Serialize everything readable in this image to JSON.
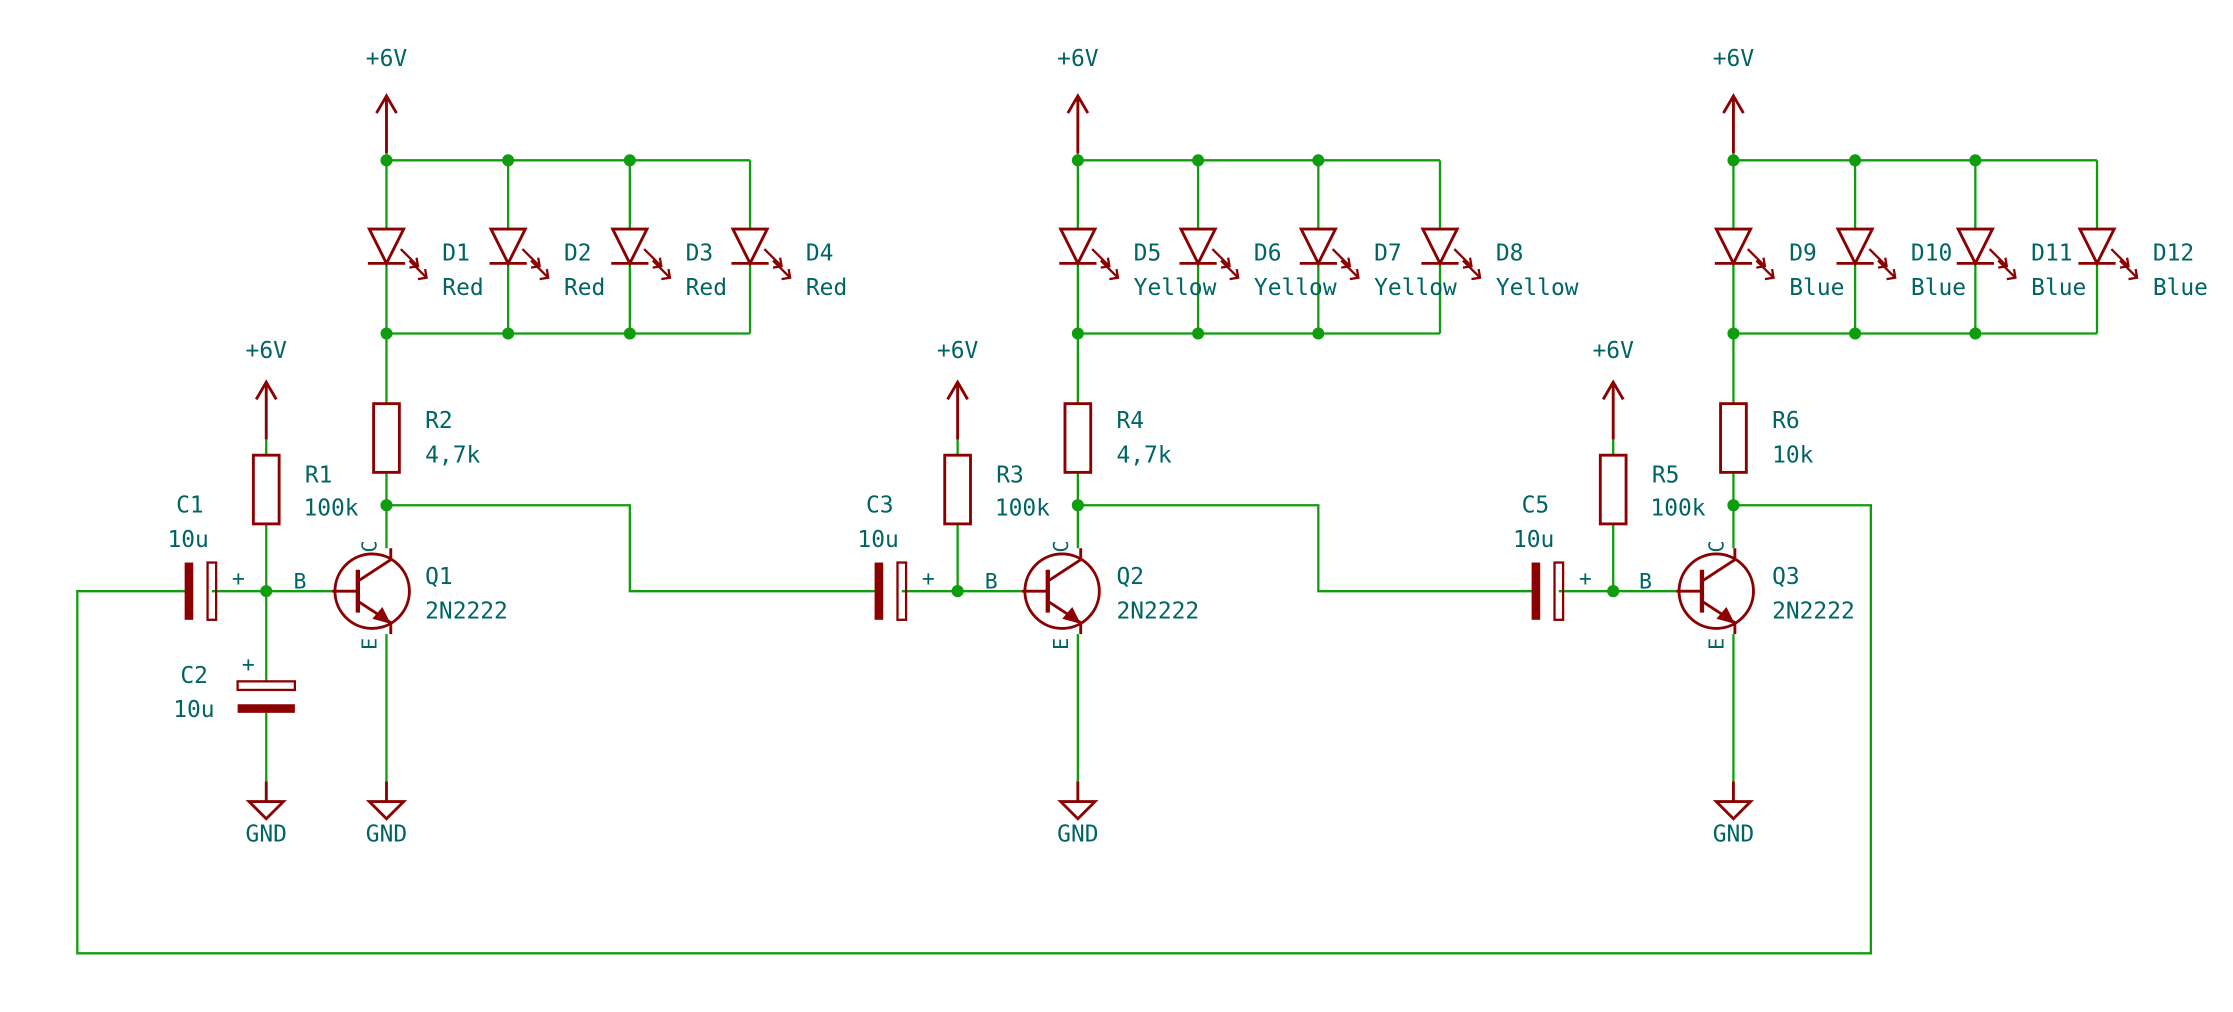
{
  "colors": {
    "wire": "#0f9d0f",
    "junction": "#0f9d0f",
    "symbol": "#8b0000",
    "text": "#006464",
    "background": "#ffffff"
  },
  "power_labels": [
    {
      "id": "vcc-d1",
      "label": "+6V"
    },
    {
      "id": "vcc-r1",
      "label": "+6V"
    },
    {
      "id": "vcc-d5",
      "label": "+6V"
    },
    {
      "id": "vcc-r3",
      "label": "+6V"
    },
    {
      "id": "vcc-d9",
      "label": "+6V"
    },
    {
      "id": "vcc-r5",
      "label": "+6V"
    },
    {
      "id": "gnd-c2",
      "label": "GND"
    },
    {
      "id": "gnd-q1",
      "label": "GND"
    },
    {
      "id": "gnd-q2",
      "label": "GND"
    },
    {
      "id": "gnd-q3",
      "label": "GND"
    }
  ],
  "leds": [
    {
      "ref": "D1",
      "value": "Red"
    },
    {
      "ref": "D2",
      "value": "Red"
    },
    {
      "ref": "D3",
      "value": "Red"
    },
    {
      "ref": "D4",
      "value": "Red"
    },
    {
      "ref": "D5",
      "value": "Yellow"
    },
    {
      "ref": "D6",
      "value": "Yellow"
    },
    {
      "ref": "D7",
      "value": "Yellow"
    },
    {
      "ref": "D8",
      "value": "Yellow"
    },
    {
      "ref": "D9",
      "value": "Blue"
    },
    {
      "ref": "D10",
      "value": "Blue"
    },
    {
      "ref": "D11",
      "value": "Blue"
    },
    {
      "ref": "D12",
      "value": "Blue"
    }
  ],
  "resistors": [
    {
      "ref": "R1",
      "value": "100k"
    },
    {
      "ref": "R2",
      "value": "4,7k"
    },
    {
      "ref": "R3",
      "value": "100k"
    },
    {
      "ref": "R4",
      "value": "4,7k"
    },
    {
      "ref": "R5",
      "value": "100k"
    },
    {
      "ref": "R6",
      "value": "10k"
    }
  ],
  "capacitors": [
    {
      "ref": "C1",
      "value": "10u"
    },
    {
      "ref": "C2",
      "value": "10u"
    },
    {
      "ref": "C3",
      "value": "10u"
    },
    {
      "ref": "C5",
      "value": "10u"
    }
  ],
  "transistors": [
    {
      "ref": "Q1",
      "value": "2N2222",
      "pin_b": "B",
      "pin_c": "C",
      "pin_e": "E"
    },
    {
      "ref": "Q2",
      "value": "2N2222",
      "pin_b": "B",
      "pin_c": "C",
      "pin_e": "E"
    },
    {
      "ref": "Q3",
      "value": "2N2222",
      "pin_b": "B",
      "pin_c": "C",
      "pin_e": "E"
    }
  ],
  "polarity_mark": "+"
}
